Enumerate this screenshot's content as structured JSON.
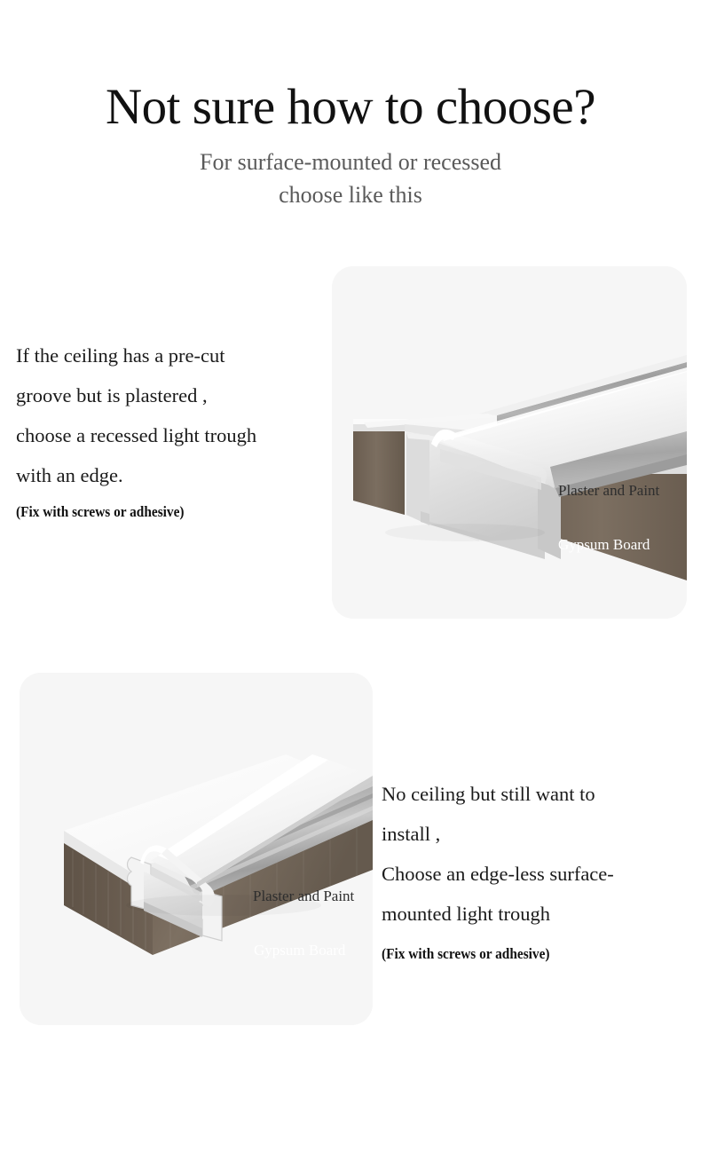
{
  "header": {
    "title": "Not sure how to choose?",
    "subtitle_line1": "For surface-mounted or recessed",
    "subtitle_line2": "choose like this"
  },
  "colors": {
    "page_background": "#ffffff",
    "card_background": "#f6f6f6",
    "title_text": "#111111",
    "subtitle_text": "#5a5a5a",
    "body_text": "#1a1a1a",
    "gypsum_edge": "#6d5f52",
    "plaster_top": "#ffffff",
    "plaster_side": "#d9d9d9",
    "aluminium": "#a9a9a9",
    "diffuser": "#f2f2f2"
  },
  "sections": [
    {
      "id": "recessed",
      "text": {
        "lines": [
          "If the ceiling has a pre-cut",
          "groove but is plastered ,",
          "choose a recessed light trough",
          "with an edge."
        ],
        "note": "(Fix with screws or adhesive)"
      },
      "illustration": {
        "alt": "recessed-led-channel-in-plastered-ceiling",
        "labels": {
          "plaster": "Plaster and Paint",
          "gypsum": "Gypsum Board"
        }
      }
    },
    {
      "id": "surface",
      "text": {
        "lines": [
          "No ceiling but still want to",
          "install ,",
          "Choose an edge-less surface-",
          "mounted light trough"
        ],
        "note": "(Fix with screws or adhesive)"
      },
      "illustration": {
        "alt": "surface-mounted-led-channel-on-ceiling",
        "labels": {
          "plaster": "Plaster and Paint",
          "gypsum": "Gypsum Board"
        }
      }
    }
  ]
}
